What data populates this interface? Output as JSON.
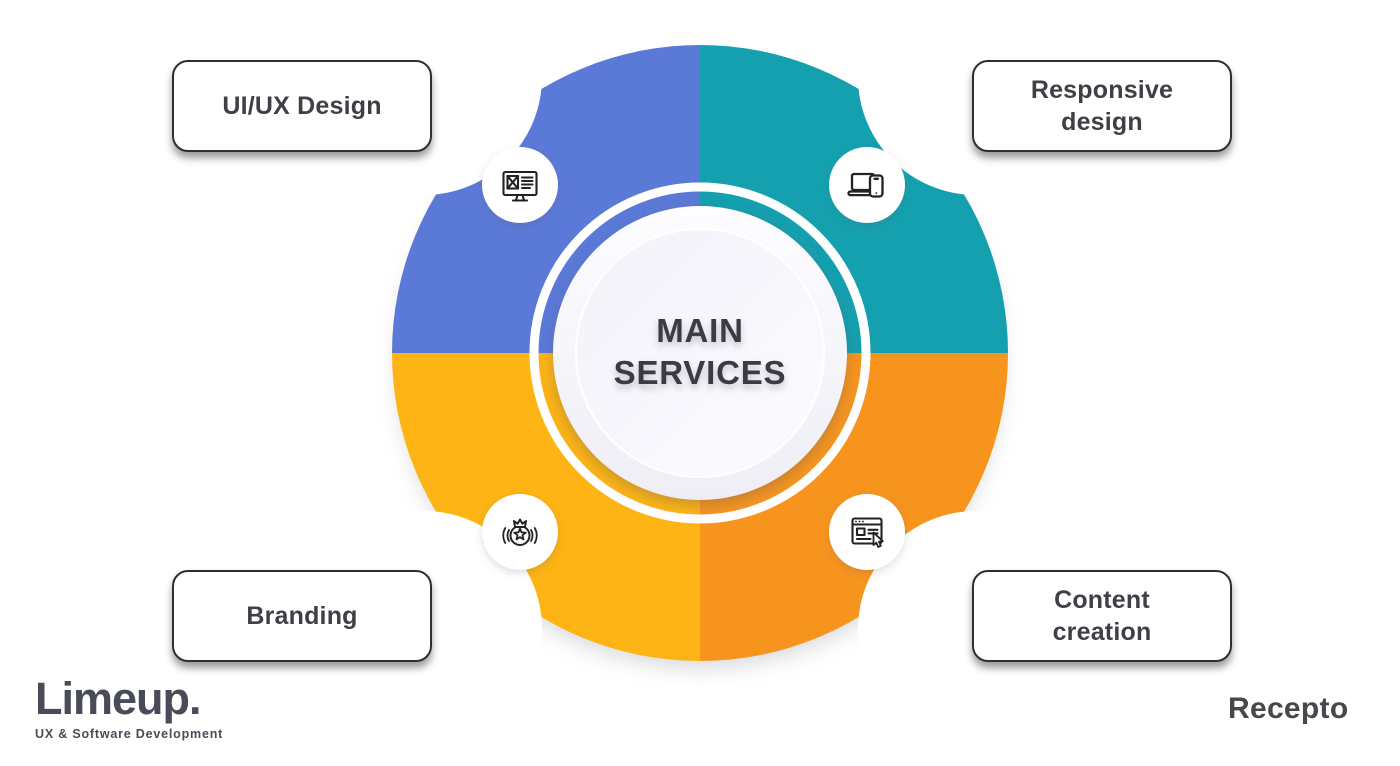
{
  "diagram": {
    "center": {
      "title": "MAIN\nSERVICES"
    },
    "quadrants": [
      {
        "id": "ui-ux",
        "label": "UI/UX Design",
        "color": "#5b7ad8",
        "icon": "wireframe-monitor-icon"
      },
      {
        "id": "responsive",
        "label": "Responsive\ndesign",
        "color": "#14a0af",
        "icon": "responsive-devices-icon"
      },
      {
        "id": "branding",
        "label": "Branding",
        "color": "#fdb414",
        "icon": "brand-badge-icon"
      },
      {
        "id": "content",
        "label": "Content\ncreation",
        "color": "#f7941e",
        "icon": "webpage-cursor-icon"
      }
    ],
    "colors": {
      "center_text": "#3b3c43",
      "label_text": "#3f3f46",
      "icon_stroke": "#222222",
      "icon_circle_bg": "#ffffff"
    }
  },
  "footer": {
    "limeup_logo": "Limeup.",
    "limeup_tagline": "UX & Software Development",
    "recepto_logo": "Recepto"
  }
}
